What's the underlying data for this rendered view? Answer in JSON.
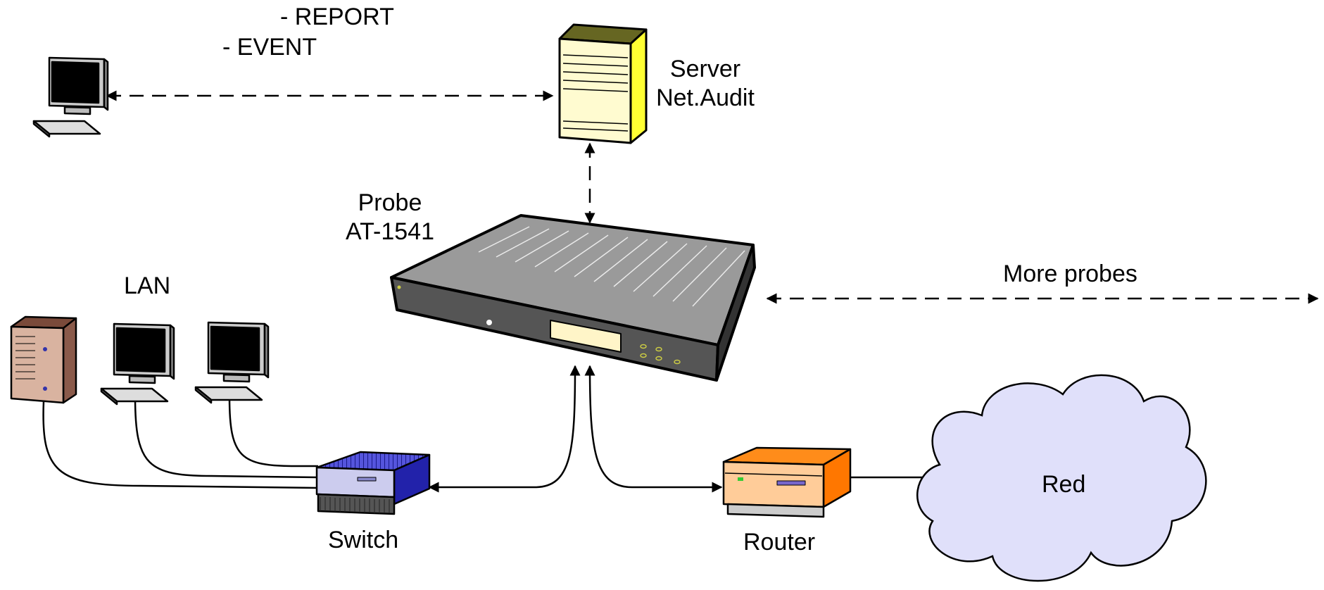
{
  "labels": {
    "report": "- REPORT",
    "event": "- EVENT",
    "server_line1": "Server",
    "server_line2": "Net.Audit",
    "probe_line1": "Probe",
    "probe_line2": "AT-1541",
    "lan": "LAN",
    "more_probes": "More probes",
    "switch": "Switch",
    "router": "Router",
    "cloud": "Red"
  },
  "colors": {
    "server": "#ffff33",
    "server_face": "#fffbd0",
    "probe_top": "#9a9a9a",
    "probe_front": "#555555",
    "probe_display": "#fff5c8",
    "switch": "#4444cc",
    "router": "#ff8c1a",
    "router_face": "#ffcc99",
    "cloud": "#e0e0fa",
    "tower": "#d9b3a0"
  },
  "icons": [
    "monitor-icon",
    "server-icon",
    "probe-device-icon",
    "tower-pc-icon",
    "switch-icon",
    "router-icon",
    "cloud-icon"
  ]
}
